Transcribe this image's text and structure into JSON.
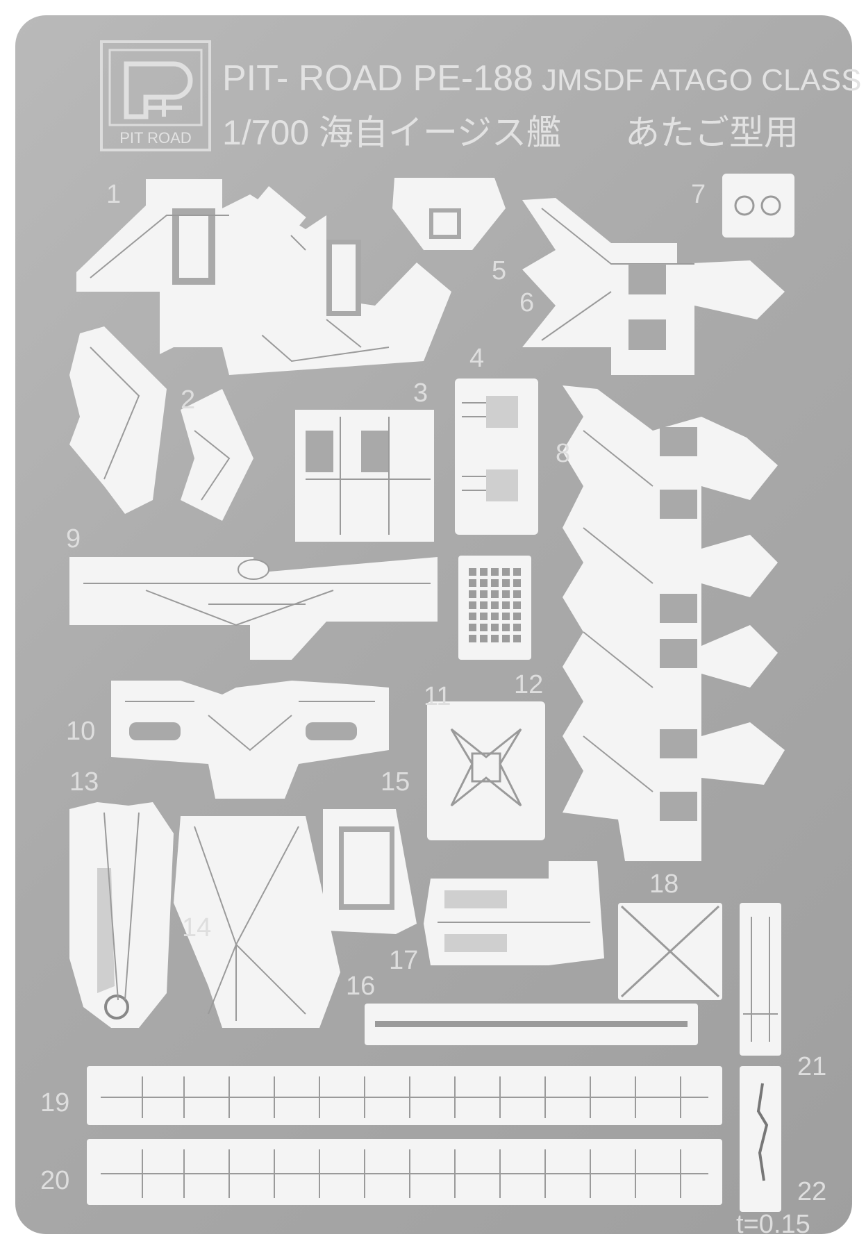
{
  "brand": {
    "logo_text": "PIT ROAD",
    "line1_left": "PIT- ROAD PE-188",
    "line1_right": "JMSDF ATAGO CLASS",
    "line2_left": "1/700 海自イージス艦",
    "line2_right": "あたご型用"
  },
  "part_numbers": [
    "1",
    "2",
    "3",
    "4",
    "5",
    "6",
    "7",
    "8",
    "9",
    "10",
    "11",
    "12",
    "13",
    "14",
    "15",
    "16",
    "17",
    "18",
    "19",
    "20",
    "21",
    "22"
  ],
  "thickness": "t=0.15",
  "colors": {
    "sheet": "#aaaaaa",
    "parts": "#f4f4f4",
    "label": "#dedede"
  }
}
